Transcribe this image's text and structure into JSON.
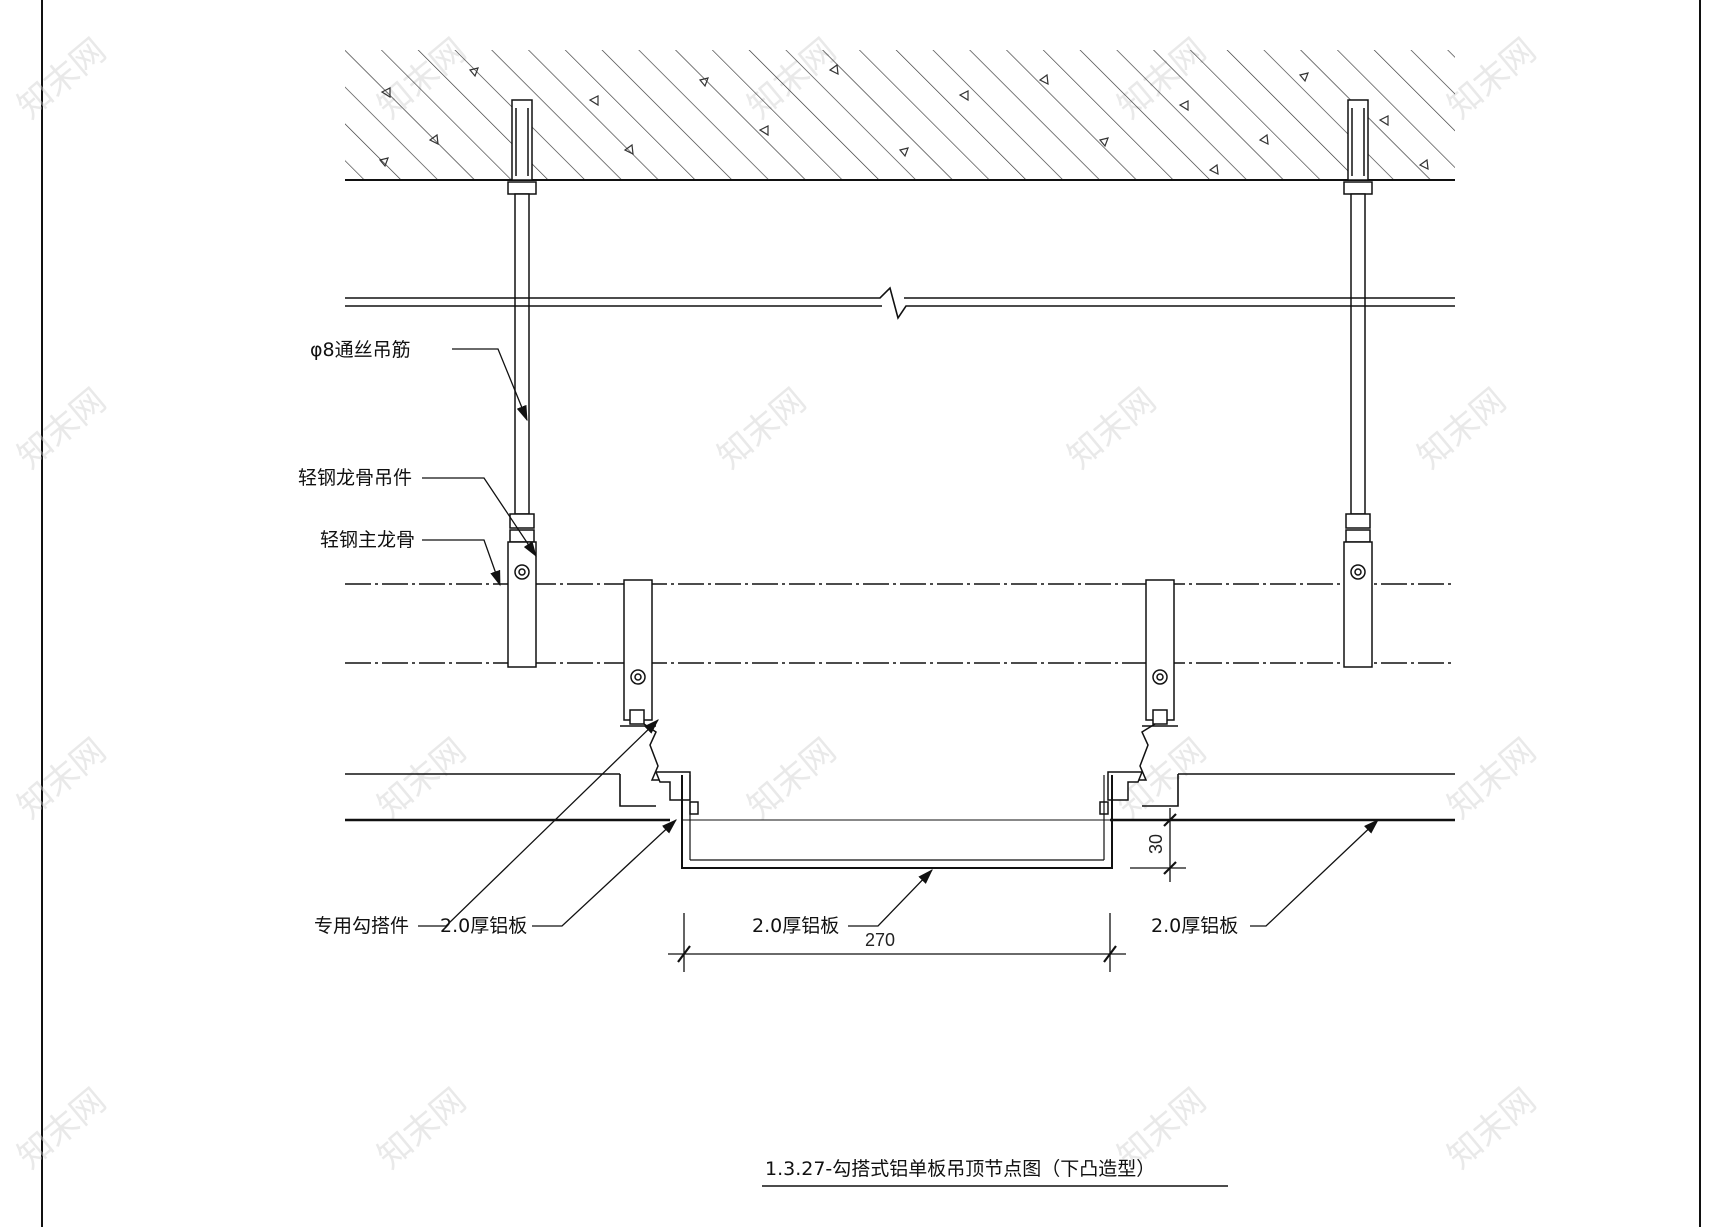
{
  "labels": {
    "hanger_rod": "φ8通丝吊筋",
    "hanger_clip": "轻钢龙骨吊件",
    "main_keel": "轻钢主龙骨",
    "hook_piece": "专用勾搭件",
    "plate_left": "2.0厚铝板",
    "plate_center": "2.0厚铝板",
    "plate_right": "2.0厚铝板"
  },
  "dimensions": {
    "width": "270",
    "depth": "30"
  },
  "title": "1.3.27-勾搭式铝单板吊顶节点图（下凸造型）",
  "watermark": "知末网",
  "colors": {
    "line": "#1a1a1a",
    "hatch": "#333333",
    "watermark": "#cfcfcf"
  }
}
